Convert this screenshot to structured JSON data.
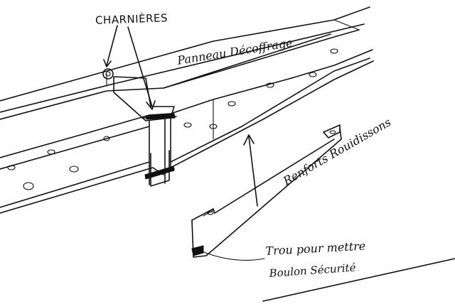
{
  "labels": {
    "hinges": "CHARNIÈRES",
    "panel": "Panneau Décoffrage",
    "reinforcement": "Renforts Rouidissons",
    "hole_line1": "Trou pour mettre",
    "hole_line2": "Boulon Sécurité"
  },
  "colors": {
    "ink": "#111111",
    "paper": "#ffffff"
  }
}
